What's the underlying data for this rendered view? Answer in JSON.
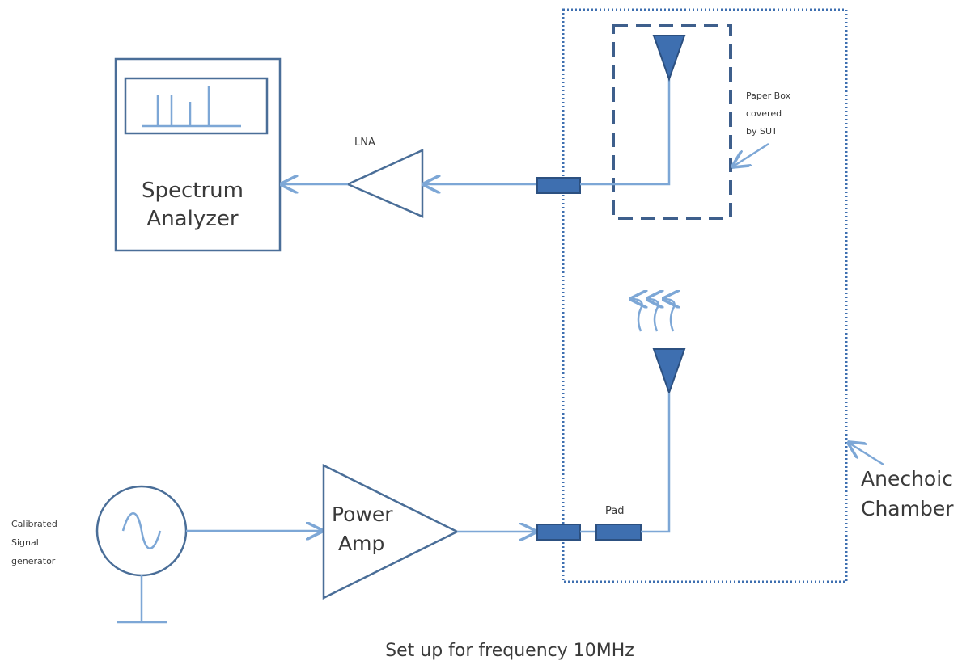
{
  "labels": {
    "spectrum_analyzer_line1": "Spectrum",
    "spectrum_analyzer_line2": "Analyzer",
    "lna": "LNA",
    "paper_box_line1": "Paper Box",
    "paper_box_line2": "covered",
    "paper_box_line3": "by SUT",
    "power_amp_line1": "Power",
    "power_amp_line2": "Amp",
    "pad": "Pad",
    "signal_gen_line1": "Calibrated",
    "signal_gen_line2": "Signal",
    "signal_gen_line3": "generator",
    "chamber_line1": "Anechoic",
    "chamber_line2": "Chamber",
    "caption": "Set up for frequency 10MHz"
  },
  "colors": {
    "outline": "#4a6e98",
    "wire": "#7da7d6",
    "connector_fill": "#3e6fb0",
    "antenna_fill": "#3e6fb0",
    "text": "#3a3a3a"
  }
}
